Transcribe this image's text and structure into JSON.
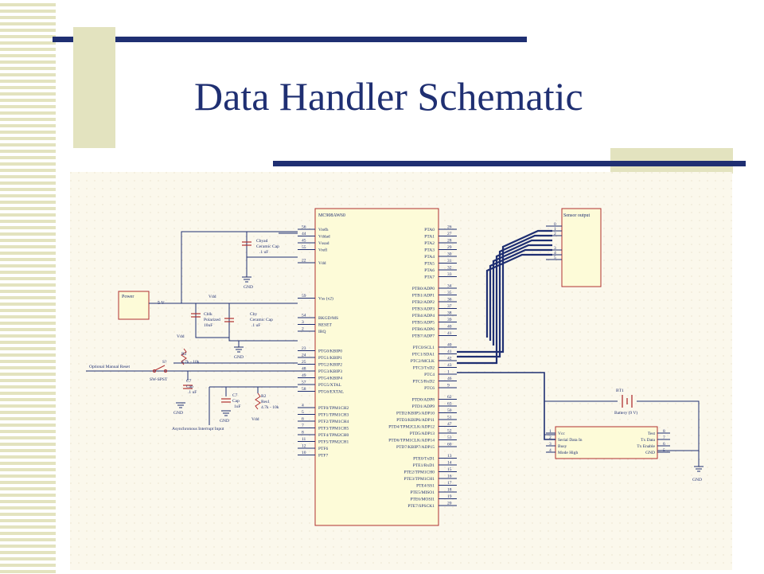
{
  "slide": {
    "title": "Data Handler Schematic"
  },
  "colors": {
    "title": "#1f2f72",
    "accent_bar": "#1f2f72",
    "accent_block": "#e3e3bf",
    "wire": "#1f2f72",
    "component": "#b03030",
    "pin_label": "#1f2f72",
    "part_fill": "#fdfbd8"
  },
  "schematic": {
    "mcu": {
      "name": "MC908AW60",
      "left_pins": [
        {
          "num": "56",
          "label": "Vrefh"
        },
        {
          "num": "44",
          "label": "Vddad"
        },
        {
          "num": "45",
          "label": "Vssad"
        },
        {
          "num": "55",
          "label": "Vrefl"
        },
        {
          "num": "22",
          "label": "Vdd"
        },
        {
          "num": "59",
          "label": "Vss (x2)"
        },
        {
          "num": "54",
          "label": "BKGD/MS"
        },
        {
          "num": "3",
          "label": "RESET"
        },
        {
          "num": "2",
          "label": "IRQ"
        },
        {
          "num": "23",
          "label": "PTG0/KBIP0"
        },
        {
          "num": "24",
          "label": "PTG1/KBIP1"
        },
        {
          "num": "25",
          "label": "PTG2/KBIP2"
        },
        {
          "num": "48",
          "label": "PTG3/KBIP3"
        },
        {
          "num": "49",
          "label": "PTG4/KBIP4"
        },
        {
          "num": "57",
          "label": "PTG5/XTAL"
        },
        {
          "num": "58",
          "label": "PTG6/EXTAL"
        },
        {
          "num": "4",
          "label": "PTF0/TPM1CH2"
        },
        {
          "num": "5",
          "label": "PTF1/TPM1CH3"
        },
        {
          "num": "6",
          "label": "PTF2/TPM1CH4"
        },
        {
          "num": "7",
          "label": "PTF3/TPM1CH5"
        },
        {
          "num": "8",
          "label": "PTF4/TPM2CH0"
        },
        {
          "num": "11",
          "label": "PTF5/TPM2CH1"
        },
        {
          "num": "12",
          "label": "PTF6"
        },
        {
          "num": "10",
          "label": "PTF7"
        }
      ],
      "right_pins": [
        {
          "num": "26",
          "label": "PTA0"
        },
        {
          "num": "27",
          "label": "PTA1"
        },
        {
          "num": "28",
          "label": "PTA2"
        },
        {
          "num": "29",
          "label": "PTA3"
        },
        {
          "num": "30",
          "label": "PTA4"
        },
        {
          "num": "31",
          "label": "PTA5"
        },
        {
          "num": "32",
          "label": "PTA6"
        },
        {
          "num": "33",
          "label": "PTA7"
        },
        {
          "num": "34",
          "label": "PTB0/ADP0"
        },
        {
          "num": "35",
          "label": "PTB1/ADP1"
        },
        {
          "num": "36",
          "label": "PTB2/ADP2"
        },
        {
          "num": "37",
          "label": "PTB3/ADP3"
        },
        {
          "num": "38",
          "label": "PTB4/ADP4"
        },
        {
          "num": "39",
          "label": "PTB5/ADP5"
        },
        {
          "num": "40",
          "label": "PTB6/ADP6"
        },
        {
          "num": "41",
          "label": "PTB7/ADP7"
        },
        {
          "num": "40",
          "label": "PTC0/SCL1"
        },
        {
          "num": "41",
          "label": "PTC1/SDA1"
        },
        {
          "num": "42",
          "label": "PTC2/MCLK"
        },
        {
          "num": "43",
          "label": "PTC3/TxD2"
        },
        {
          "num": "1",
          "label": "PTC4"
        },
        {
          "num": "46",
          "label": "PTC5/RxD2"
        },
        {
          "num": "9",
          "label": "PTC6"
        },
        {
          "num": "62",
          "label": "PTD0/ADP8"
        },
        {
          "num": "63",
          "label": "PTD1/ADP9"
        },
        {
          "num": "50",
          "label": "PTD2/KBIP5/ADP10"
        },
        {
          "num": "51",
          "label": "PTD3/KBIP6/ADP11"
        },
        {
          "num": "47",
          "label": "PTD4/TPM2CLK/ADP12"
        },
        {
          "num": "52",
          "label": "PTD5/ADP13"
        },
        {
          "num": "53",
          "label": "PTD6/TPM1CLK/ADP14"
        },
        {
          "num": "60",
          "label": "PTD7/KBIP7/ADP15"
        },
        {
          "num": "13",
          "label": "PTE0/TxD1"
        },
        {
          "num": "14",
          "label": "PTE1/RxD1"
        },
        {
          "num": "15",
          "label": "PTE2/TPM1CH0"
        },
        {
          "num": "16",
          "label": "PTE3/TPM1CH1"
        },
        {
          "num": "17",
          "label": "PTE4/SS1"
        },
        {
          "num": "18",
          "label": "PTE5/MISO1"
        },
        {
          "num": "19",
          "label": "PTE6/MOSI1"
        },
        {
          "num": "20",
          "label": "PTE7/SPSCK1"
        }
      ]
    },
    "sensor_block": {
      "name": "Sensor output",
      "pins": [
        "0",
        "1",
        "2",
        "3",
        "4",
        "5"
      ]
    },
    "power_block": {
      "name": "Power",
      "net": "5 V"
    },
    "transceiver": {
      "left_pins": [
        {
          "num": "1",
          "label": "Vcc"
        },
        {
          "num": "2",
          "label": "Serial Data In"
        },
        {
          "num": "3",
          "label": "Busy"
        },
        {
          "num": "4",
          "label": "Mode High"
        }
      ],
      "right_pins": [
        {
          "num": "8",
          "label": "Test"
        },
        {
          "num": "7",
          "label": "Tx Data"
        },
        {
          "num": "6",
          "label": "Tx Enable"
        },
        {
          "num": "5",
          "label": "GND"
        }
      ]
    },
    "battery": {
      "ref": "BT1",
      "value": "Battery (9 V)"
    },
    "caps": [
      {
        "ref": "Cbyad",
        "type": "Ceramic Cap",
        "value": ".1 uF"
      },
      {
        "ref": "Cblk",
        "type": "Polarized",
        "value": "10uF"
      },
      {
        "ref": "Cby",
        "type": "Ceramic Cap",
        "value": ".1 uF"
      },
      {
        "ref": "C7",
        "type": "Cap",
        "value": ".1 uF"
      },
      {
        "ref": "C7",
        "type": "Cap",
        "value": "1uF"
      }
    ],
    "resistors": [
      {
        "ref": "R2",
        "value": "4.7k - 10k"
      },
      {
        "ref": "R2",
        "ref2": "Res1",
        "value": "4.7k - 10k"
      }
    ],
    "switch": {
      "ref": "S?",
      "type": "SW-SPST",
      "label": "Optional Manual Reset"
    },
    "labels": {
      "vdd": "Vdd",
      "gnd": "GND",
      "async_input": "Asynchronous Interrupt Input"
    }
  }
}
